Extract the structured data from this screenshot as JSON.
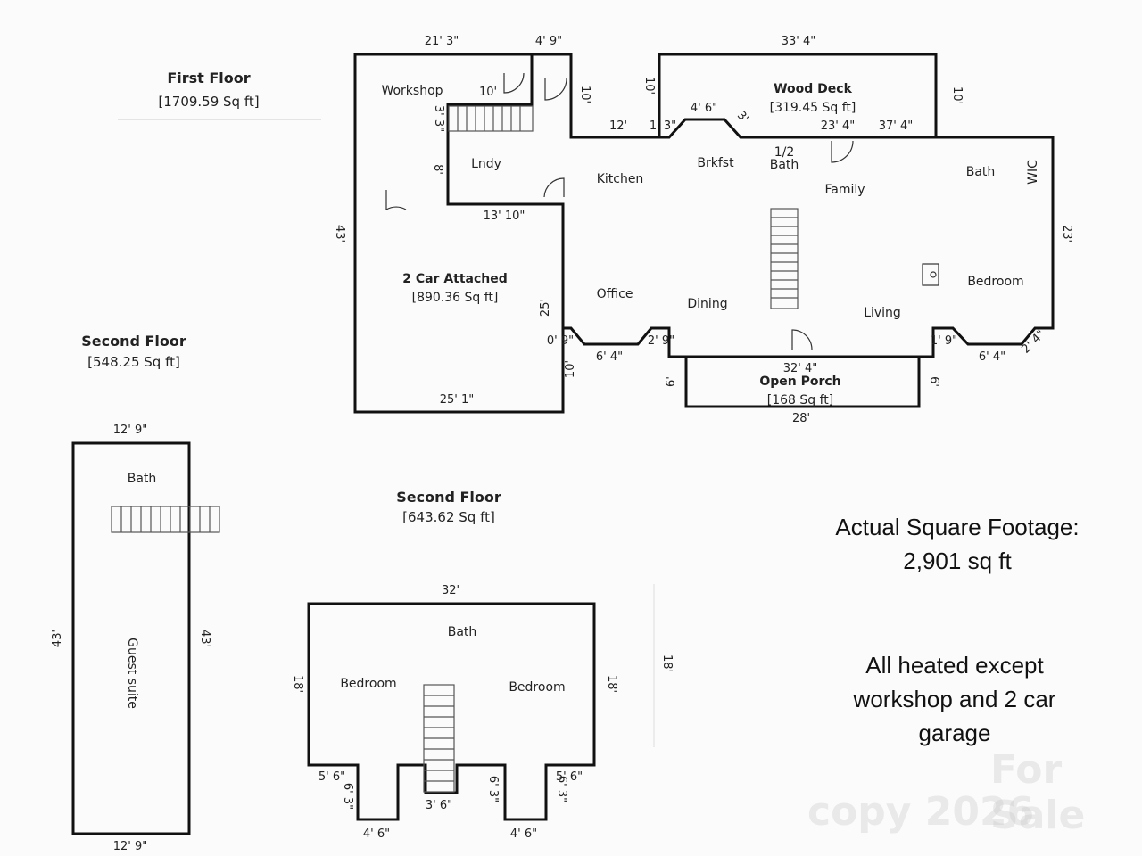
{
  "floors": {
    "first": {
      "title": "First Floor",
      "area": "[1709.59 Sq ft]"
    },
    "second_left": {
      "title": "Second Floor",
      "area": "[548.25 Sq ft]"
    },
    "second_center": {
      "title": "Second Floor",
      "area": "[643.62 Sq ft]"
    }
  },
  "rooms": {
    "workshop": "Workshop",
    "lndy": "Lndy",
    "kitchen": "Kitchen",
    "brkfst": "Brkfst",
    "half_bath_1": "1/2",
    "half_bath_2": "Bath",
    "family": "Family",
    "bath_main": "Bath",
    "wic": "WIC",
    "garage": "2 Car Attached",
    "garage_area": "[890.36 Sq ft]",
    "office": "Office",
    "dining": "Dining",
    "living": "Living",
    "bedroom_main": "Bedroom",
    "wood_deck": "Wood Deck",
    "wood_deck_area": "[319.45 Sq ft]",
    "open_porch": "Open Porch",
    "open_porch_area": "[168 Sq ft]",
    "guest_bath": "Bath",
    "guest_suite": "Guest suite",
    "upper_bath": "Bath",
    "upper_bed_left": "Bedroom",
    "upper_bed_right": "Bedroom"
  },
  "dims": {
    "d_21_3": "21' 3\"",
    "d_4_9": "4' 9\"",
    "d_33_4": "33' 4\"",
    "d_10a": "10'",
    "d_10b": "10'",
    "d_10c": "10'",
    "d_10d": "10'",
    "d_3_3": "3' 3\"",
    "d_12": "12'",
    "d_1_3": "1' 3\"",
    "d_4_6_deck": "4' 6\"",
    "d_3": "3'",
    "d_23_4": "23' 4\"",
    "d_37_4": "37' 4\"",
    "d_8": "8'",
    "d_13_10": "13' 10\"",
    "d_43_main": "43'",
    "d_23": "23'",
    "d_25": "25'",
    "d_0_9": "0' 9\"",
    "d_6_4_a": "6' 4\"",
    "d_6_4_b": "6' 4\"",
    "d_2_9": "2' 9\"",
    "d_1_9": "1' 9\"",
    "d_2_4": "2' 4\"",
    "d_10_porch": "10'",
    "d_32_4": "32' 4\"",
    "d_6a": "6'",
    "d_6b": "6'",
    "d_28": "28'",
    "d_25_1": "25' 1\"",
    "d_12_9_top": "12' 9\"",
    "d_12_9_bot": "12' 9\"",
    "d_43_left": "43'",
    "d_43_right": "43'",
    "d_32": "32'",
    "d_18_left": "18'",
    "d_18_right": "18'",
    "d_18_far": "18'",
    "d_5_6_a": "5' 6\"",
    "d_5_6_b": "5' 6\"",
    "d_3_6": "3' 6\"",
    "d_4_6_a": "4' 6\"",
    "d_4_6_b": "4' 6\"",
    "d_6_3_a": "6' 3\"",
    "d_6_3_b": "6' 3\"",
    "d_6_3_c": "6' 3\""
  },
  "notes": {
    "footage_line1": "Actual Square Footage:",
    "footage_line2": "2,901 sq ft",
    "heated_line1": "All heated except",
    "heated_line2": "workshop and 2 car",
    "heated_line3": "garage"
  },
  "watermark": {
    "line1": "For Sale",
    "line2": "copy 2026"
  }
}
